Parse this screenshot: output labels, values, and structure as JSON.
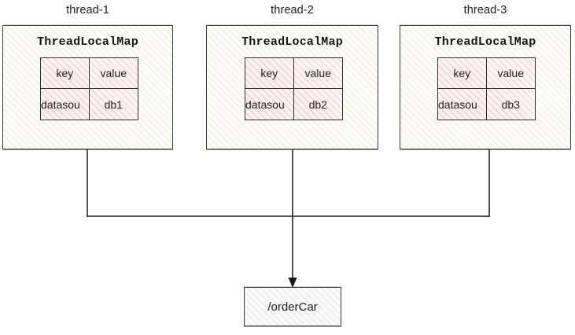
{
  "diagram": {
    "title_hidden": "ThreadLocal per-thread datasource routing",
    "background_color": "#ffffff",
    "stroke_color": "#3a3a3a",
    "table_fill_color": "#fdf4f4",
    "table_hatch_color": "#e29191",
    "box_fill_color": "#fdfcf7",
    "endpoint_fill_color": "#fafafa"
  },
  "threads": [
    {
      "title": "thread-1",
      "map_heading": "ThreadLocalMap",
      "table": {
        "headers": [
          "key",
          "value"
        ],
        "rows": [
          [
            "datasou",
            "db1"
          ]
        ]
      }
    },
    {
      "title": "thread-2",
      "map_heading": "ThreadLocalMap",
      "table": {
        "headers": [
          "key",
          "value"
        ],
        "rows": [
          [
            "datasou",
            "db2"
          ]
        ]
      }
    },
    {
      "title": "thread-3",
      "map_heading": "ThreadLocalMap",
      "table": {
        "headers": [
          "key",
          "value"
        ],
        "rows": [
          [
            "datasou",
            "db3"
          ]
        ]
      }
    }
  ],
  "endpoint": {
    "label": "/orderCar"
  },
  "connectors": {
    "description": "three vertical drops merging into a horizontal bus, then one arrow down into the endpoint",
    "arrowhead": "arrow-down"
  }
}
